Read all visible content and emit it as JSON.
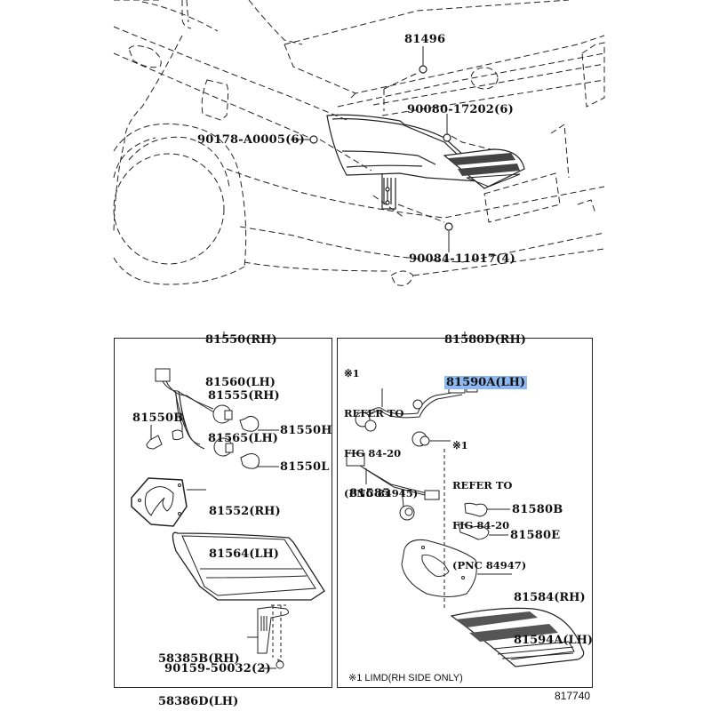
{
  "figure": {
    "number": "817740",
    "footnote": "※1  LIMD(RH SIDE ONLY)",
    "highlight_color": "#8fb8f0"
  },
  "top_view": {
    "labels": {
      "p81496": "81496",
      "p90080": "90080-17202(6)",
      "p90178": "90178-A0005(6)",
      "p90084": "90084-11017(4)"
    }
  },
  "left_panel": {
    "header": [
      "81550(RH)",
      "81560(LH)"
    ],
    "labels": {
      "p81555": [
        "81555(RH)",
        "81565(LH)"
      ],
      "p81550b": "81550B",
      "p81550h": "81550H",
      "p81550l": "81550L",
      "p81552": [
        "81552(RH)",
        "81564(LH)"
      ],
      "p58385": [
        "58385B(RH)",
        "58386D(LH)"
      ],
      "p90159": "90159-50032(2)"
    }
  },
  "right_panel": {
    "header": [
      "81580D(RH)",
      "81590A(LH)"
    ],
    "header_highlighted_index": 1,
    "refs": [
      {
        "mark": "※1",
        "lines": [
          "REFER TO",
          "FIG 84-20",
          "(PNC 84945)"
        ]
      },
      {
        "mark": "※1",
        "lines": [
          "REFER TO",
          "FIG 84-20",
          "(PNC 84947)"
        ]
      }
    ],
    "labels": {
      "p81585": "81585",
      "p81580b": "81580B",
      "p81580e": "81580E",
      "p81584": [
        "81584(RH)",
        "81594A(LH)"
      ]
    }
  }
}
